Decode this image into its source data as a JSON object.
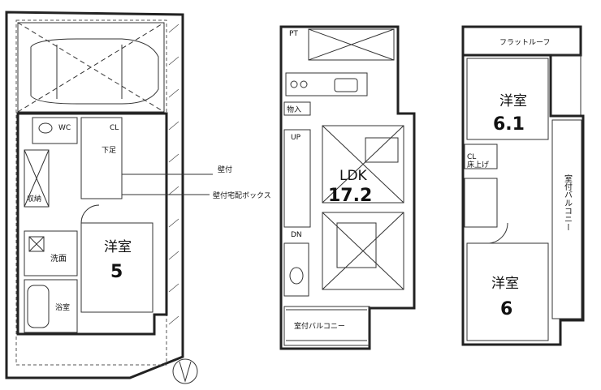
{
  "floor1": {
    "wc": "WC",
    "closet": "CL",
    "shoes": "下足",
    "storage": "収納",
    "washroom": "洗面",
    "bath": "浴室",
    "bedroom": "洋室",
    "bedroom_size": "5"
  },
  "callouts": {
    "wall_mount": "壁付",
    "distribution_box": "壁付宅配ボックス"
  },
  "floor2": {
    "storage": "物入",
    "up": "UP",
    "dn": "DN",
    "ldk": "LDK",
    "ldk_size": "17.2",
    "balcony": "室付バルコニー",
    "pt": "PT"
  },
  "floor3": {
    "flat_roof": "フラットルーフ",
    "bedroom_a": "洋室",
    "bedroom_a_size": "6.1",
    "bedroom_b": "洋室",
    "bedroom_b_size": "6",
    "closet": "CL",
    "balcony": "室付バルコニー",
    "loft": "床上げ"
  }
}
